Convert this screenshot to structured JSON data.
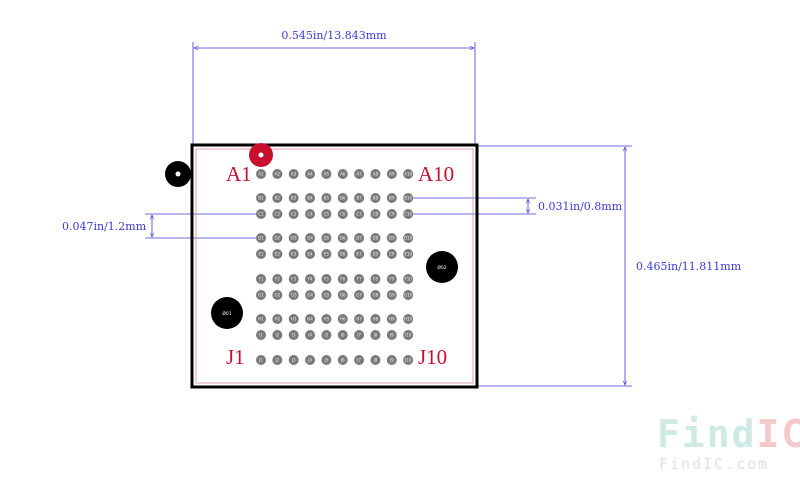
{
  "dimensions": {
    "width_label": "0.545in/13.843mm",
    "height_label": "0.465in/11.811mm",
    "pitch_label": "0.031in/0.8mm",
    "gap_label": "0.047in/1.2mm"
  },
  "corners": {
    "top_left": "A1",
    "top_right": "A10",
    "bottom_left": "J1",
    "bottom_right": "J10"
  },
  "rows": [
    "A",
    "B",
    "C",
    "D",
    "E",
    "F",
    "G",
    "H",
    "I",
    "J"
  ],
  "columns": [
    1,
    2,
    3,
    4,
    5,
    6,
    7,
    8,
    9,
    10
  ],
  "mounting_holes": [
    "Ø01",
    "Ø02"
  ],
  "watermark": {
    "brand_part1": "Find",
    "brand_part2": "IC",
    "url": "FindIC.com"
  },
  "colors": {
    "outline": "#000000",
    "dimension": "#3b3bd6",
    "pin": "#7a7a7a",
    "pin1_marker": "#c8102e",
    "label": "#c8102e",
    "watermark_teal": "#cfe9e4",
    "watermark_red": "#f4c9c9"
  }
}
